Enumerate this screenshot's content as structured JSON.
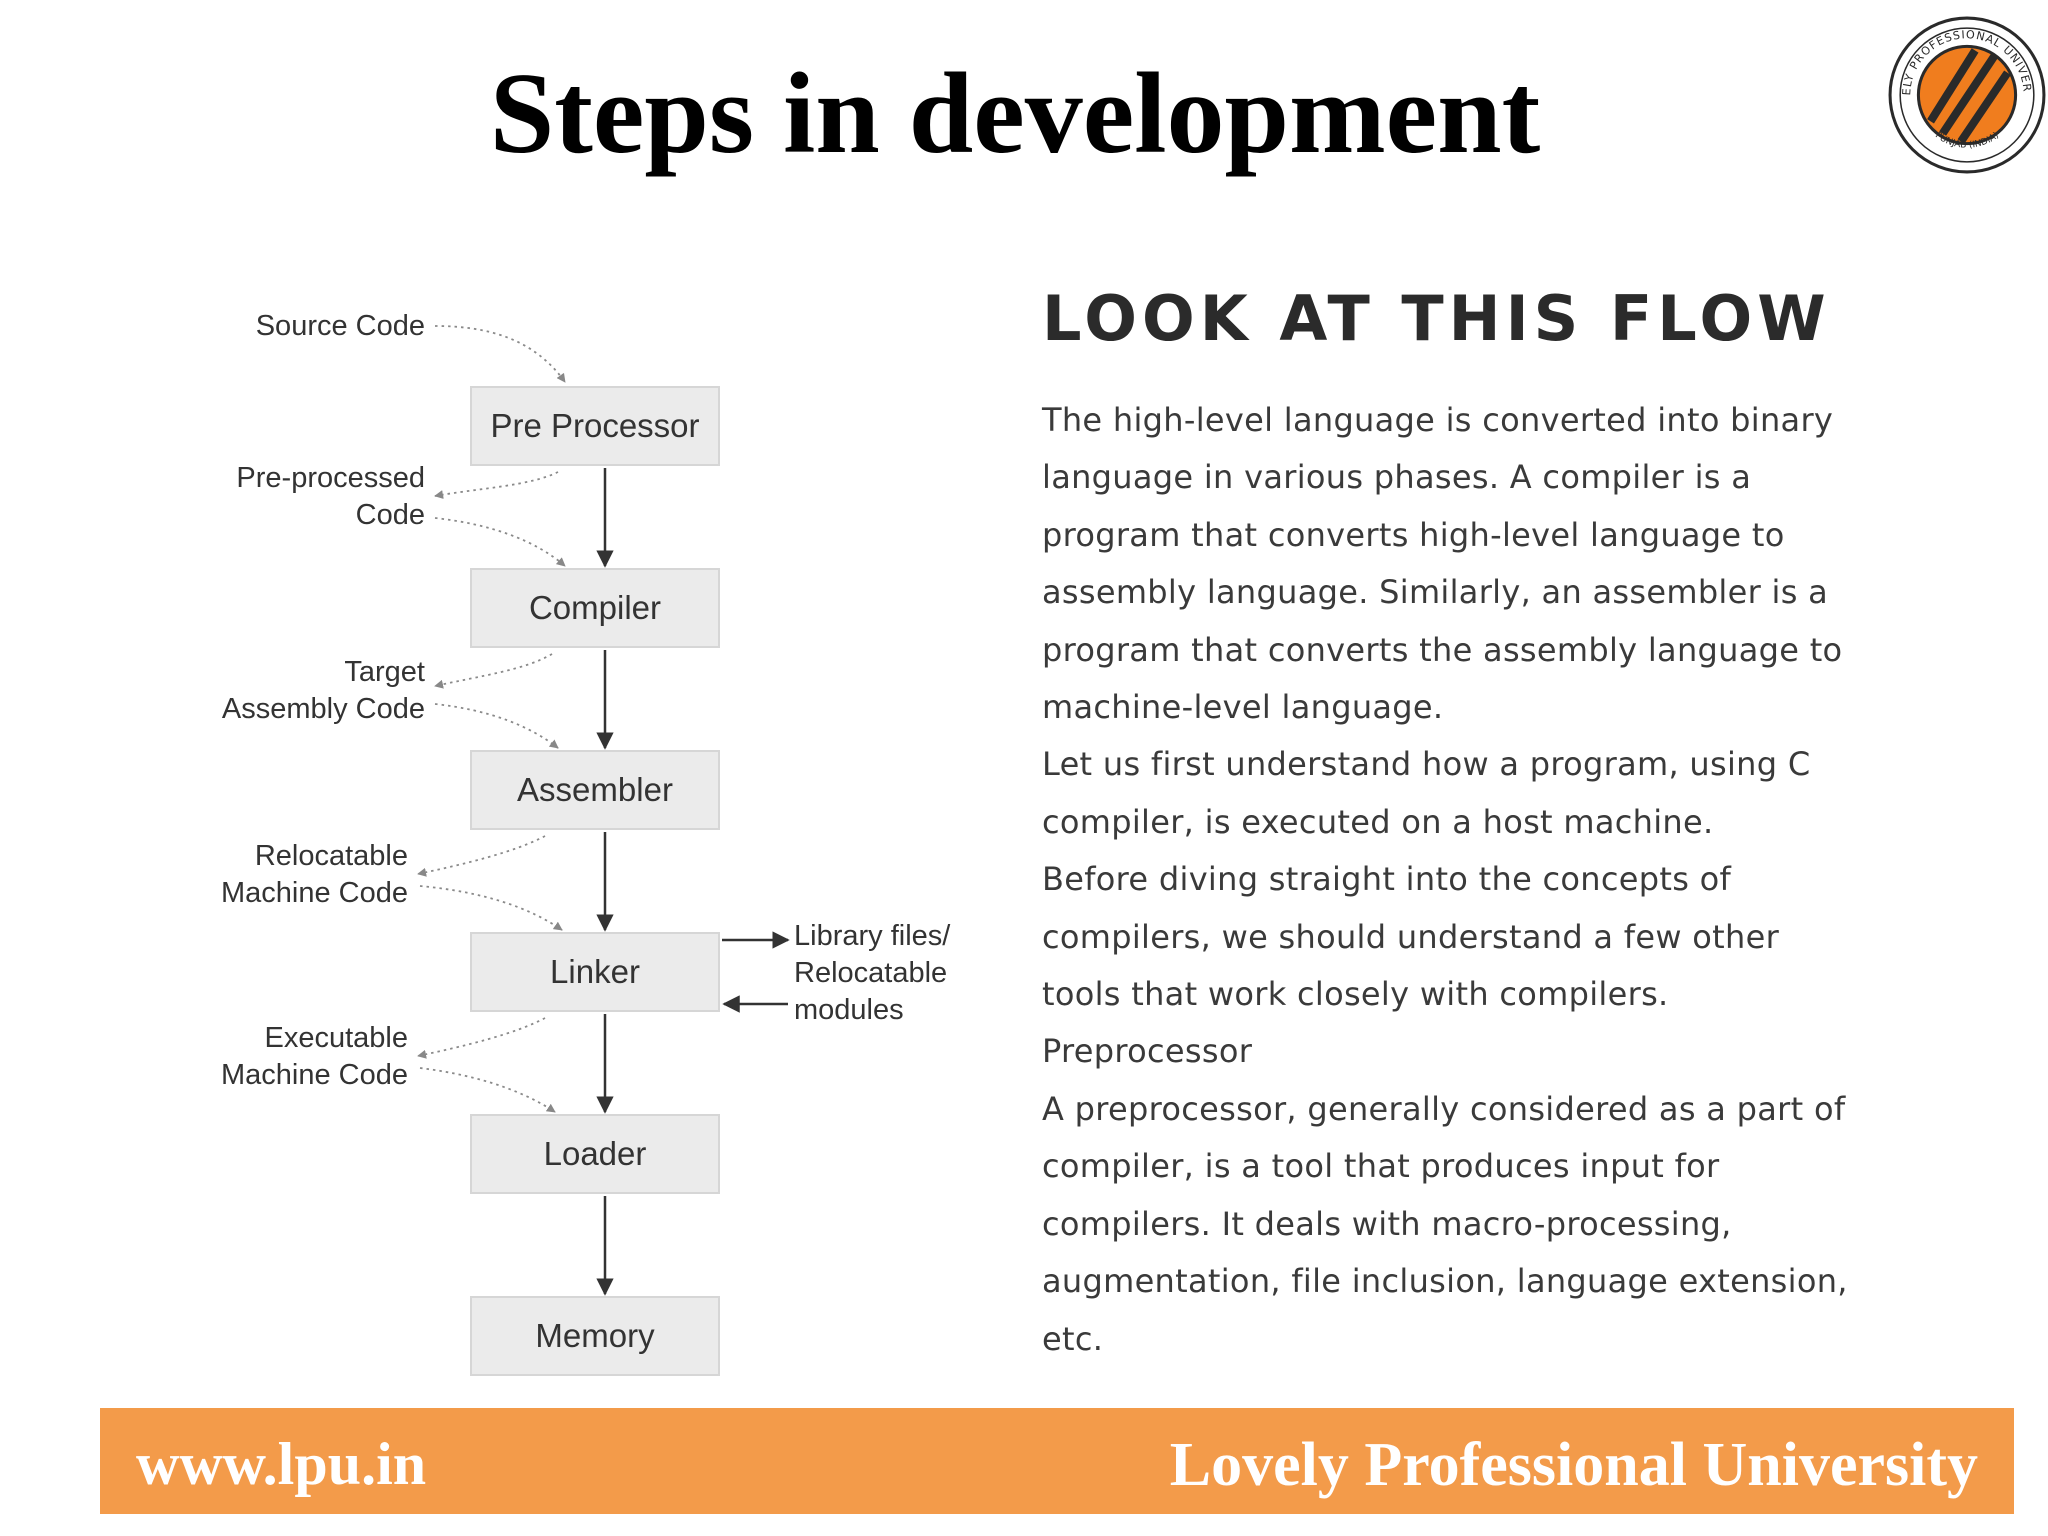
{
  "title": "Steps in development",
  "logo": {
    "icon": "lpu-seal-icon",
    "ring_text": "LOVELY PROFESSIONAL UNIVERSITY",
    "bottom_text": "PUNJAB (INDIA)",
    "colors": {
      "orange": "#f07d1e",
      "dark": "#2a2a2a"
    }
  },
  "diagram": {
    "boxes": [
      "Pre Processor",
      "Compiler",
      "Assembler",
      "Linker",
      "Loader",
      "Memory"
    ],
    "labels": {
      "source": [
        "Source Code"
      ],
      "preprocessed": [
        "Pre-processed",
        "Code"
      ],
      "target": [
        "Target",
        "Assembly Code"
      ],
      "relocatable": [
        "Relocatable",
        "Machine Code"
      ],
      "executable": [
        "Executable",
        "Machine Code"
      ],
      "library": [
        "Library files/",
        "Relocatable",
        "modules"
      ]
    }
  },
  "content": {
    "heading": "LOOK AT THIS FLOW",
    "lines": [
      "The high-level language is converted into binary",
      "language in various phases. A compiler is a",
      "program that converts high-level language to",
      "assembly language. Similarly, an assembler is a",
      "program that converts the assembly language to",
      "machine-level language.",
      "Let us first understand how a program, using C",
      "compiler, is executed on a host machine.",
      "Before diving straight into the concepts of",
      "compilers, we should understand a few other",
      "tools that work closely with compilers.",
      "Preprocessor",
      "A preprocessor, generally considered as a part of",
      "compiler, is a tool that produces input for",
      "compilers. It deals with macro-processing,",
      "augmentation, file inclusion, language extension,",
      "etc."
    ]
  },
  "footer": {
    "url": "www.lpu.in",
    "name": "Lovely Professional University",
    "color": "#f39b4a"
  }
}
